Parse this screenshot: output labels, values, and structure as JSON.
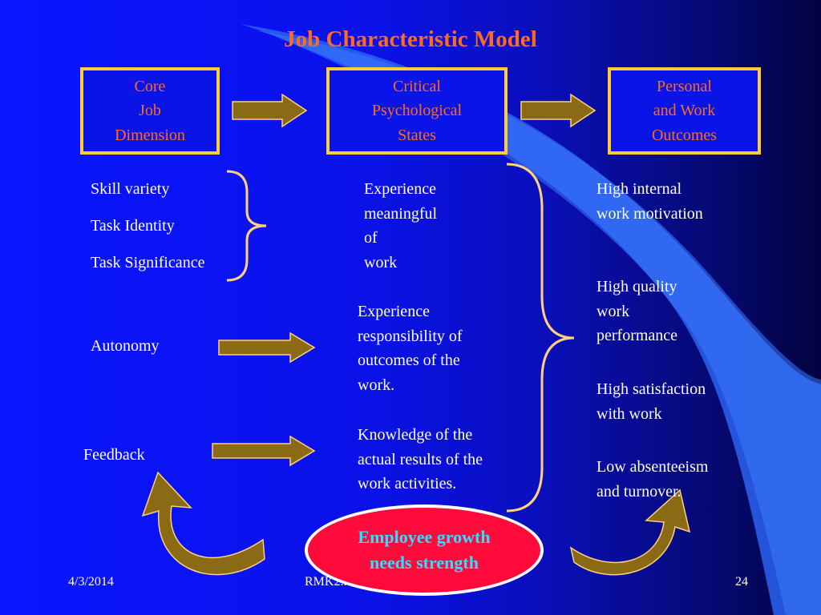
{
  "title": "Job Characteristic Model",
  "headers": {
    "core": "Core\nJob\nDimension",
    "critical": "Critical\nPsychological\nStates",
    "outcomes": "Personal\nand Work\nOutcomes"
  },
  "core_dimensions": {
    "skill_variety": "Skill variety",
    "task_identity": "Task Identity",
    "task_significance": "Task Significance",
    "autonomy": "Autonomy",
    "feedback": "Feedback"
  },
  "states": {
    "meaningful": "Experience\nmeaningful\nof\nwork",
    "responsibility": "Experience\nresponsibility of\noutcomes of the\nwork.",
    "knowledge": "Knowledge of the\nactual results of the\nwork activities."
  },
  "outcomes": {
    "motivation": "High internal\nwork motivation",
    "quality": "High quality\nwork\nperformance",
    "satisfaction": "High satisfaction\nwith work",
    "absenteeism": "Low absenteeism\nand turnover."
  },
  "moderator": "Employee growth\nneeds strength",
  "footer": {
    "date": "4/3/2014",
    "middle": "RMK2...re",
    "page": "24"
  },
  "colors": {
    "background": "#0a14ff",
    "title": "#ff6a1f",
    "box_border": "#ffcc33",
    "arrow_fill": "#8a6a14",
    "brace": "#ffd27a",
    "moderator_fill": "#ff0a3a",
    "moderator_text": "#33ddff"
  }
}
